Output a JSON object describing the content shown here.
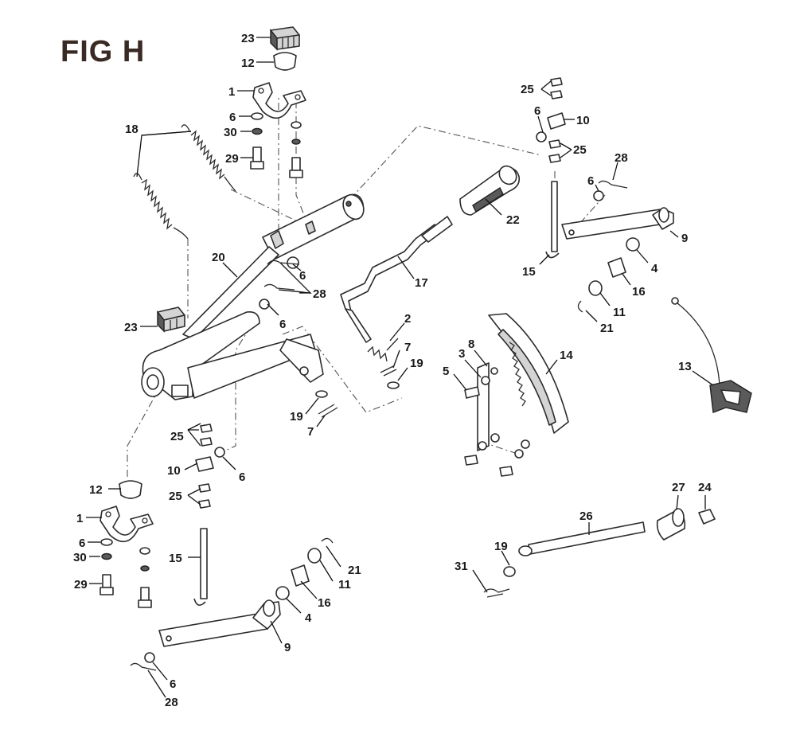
{
  "figure": {
    "title": "FIG H"
  },
  "callouts": [
    {
      "id": "c23a",
      "text": "23"
    },
    {
      "id": "c12a",
      "text": "12"
    },
    {
      "id": "c1a",
      "text": "1"
    },
    {
      "id": "c6a",
      "text": "6"
    },
    {
      "id": "c30a",
      "text": "30"
    },
    {
      "id": "c29a",
      "text": "29"
    },
    {
      "id": "c18",
      "text": "18"
    },
    {
      "id": "c20",
      "text": "20"
    },
    {
      "id": "c6b",
      "text": "6"
    },
    {
      "id": "c28a",
      "text": "28"
    },
    {
      "id": "c6c",
      "text": "6"
    },
    {
      "id": "c23b",
      "text": "23"
    },
    {
      "id": "c25a",
      "text": "25"
    },
    {
      "id": "c10a",
      "text": "10"
    },
    {
      "id": "c6d",
      "text": "6"
    },
    {
      "id": "c12b",
      "text": "12"
    },
    {
      "id": "c25b",
      "text": "25"
    },
    {
      "id": "c1b",
      "text": "1"
    },
    {
      "id": "c6e",
      "text": "6"
    },
    {
      "id": "c30b",
      "text": "30"
    },
    {
      "id": "c29b",
      "text": "29"
    },
    {
      "id": "c15a",
      "text": "15"
    },
    {
      "id": "c21a",
      "text": "21"
    },
    {
      "id": "c11a",
      "text": "11"
    },
    {
      "id": "c16a",
      "text": "16"
    },
    {
      "id": "c4a",
      "text": "4"
    },
    {
      "id": "c9a",
      "text": "9"
    },
    {
      "id": "c6f",
      "text": "6"
    },
    {
      "id": "c28b",
      "text": "28"
    },
    {
      "id": "c22",
      "text": "22"
    },
    {
      "id": "c17",
      "text": "17"
    },
    {
      "id": "c2",
      "text": "2"
    },
    {
      "id": "c7a",
      "text": "7"
    },
    {
      "id": "c19a",
      "text": "19"
    },
    {
      "id": "c19b",
      "text": "19"
    },
    {
      "id": "c7b",
      "text": "7"
    },
    {
      "id": "c25c",
      "text": "25"
    },
    {
      "id": "c6g",
      "text": "6"
    },
    {
      "id": "c10b",
      "text": "10"
    },
    {
      "id": "c25d",
      "text": "25"
    },
    {
      "id": "c28c",
      "text": "28"
    },
    {
      "id": "c6h",
      "text": "6"
    },
    {
      "id": "c9b",
      "text": "9"
    },
    {
      "id": "c15b",
      "text": "15"
    },
    {
      "id": "c4b",
      "text": "4"
    },
    {
      "id": "c16b",
      "text": "16"
    },
    {
      "id": "c11b",
      "text": "11"
    },
    {
      "id": "c21b",
      "text": "21"
    },
    {
      "id": "c13",
      "text": "13"
    },
    {
      "id": "c8",
      "text": "8"
    },
    {
      "id": "c3",
      "text": "3"
    },
    {
      "id": "c5",
      "text": "5"
    },
    {
      "id": "c14",
      "text": "14"
    },
    {
      "id": "c27",
      "text": "27"
    },
    {
      "id": "c24",
      "text": "24"
    },
    {
      "id": "c26",
      "text": "26"
    },
    {
      "id": "c19c",
      "text": "19"
    },
    {
      "id": "c31",
      "text": "31"
    }
  ]
}
